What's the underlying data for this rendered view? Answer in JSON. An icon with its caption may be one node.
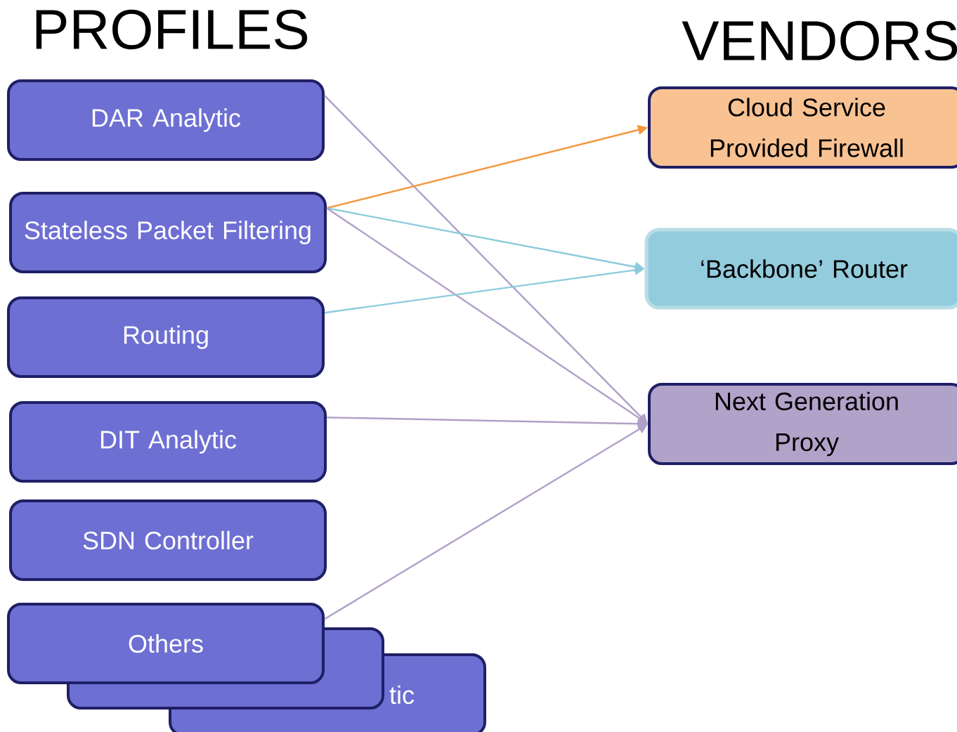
{
  "diagram": {
    "nodes": [
      {
        "text": [
          "DAR Analytic"
        ]
      },
      {
        "text": [
          "Stateless Packet Filtering"
        ]
      },
      {
        "text": [
          "Routing"
        ]
      },
      {
        "text": [
          "DIT Analytic"
        ]
      },
      {
        "text": [
          "SDN Controller"
        ]
      },
      {
        "text": [
          "Others"
        ]
      },
      {
        "text": [],
        "shape": "box"
      },
      {
        "text": [
          "tic"
        ]
      },
      {
        "text": [
          "Cloud Service Provided Firewall"
        ]
      },
      {
        "text": [
          "‘Backbone’ Router"
        ]
      },
      {
        "text": [
          "Next Generation Proxy"
        ]
      }
    ],
    "edges": [
      {
        "from": 0,
        "to": 10,
        "arrow": "to"
      },
      {
        "from": 1,
        "to": 8,
        "arrow": "to",
        "color": "#f4963c"
      },
      {
        "from": 1,
        "to": 9,
        "arrow": "to",
        "color": "#8ccbdc"
      },
      {
        "from": 1,
        "to": 10,
        "arrow": "to"
      },
      {
        "from": 2,
        "to": 9,
        "arrow": "to",
        "color": "#8ccbdc"
      },
      {
        "from": 3,
        "to": 10,
        "arrow": "to"
      },
      {
        "from": 5,
        "to": 10,
        "arrow": "to"
      }
    ],
    "labels": [
      "PROFILES",
      "VENDORS"
    ]
  }
}
